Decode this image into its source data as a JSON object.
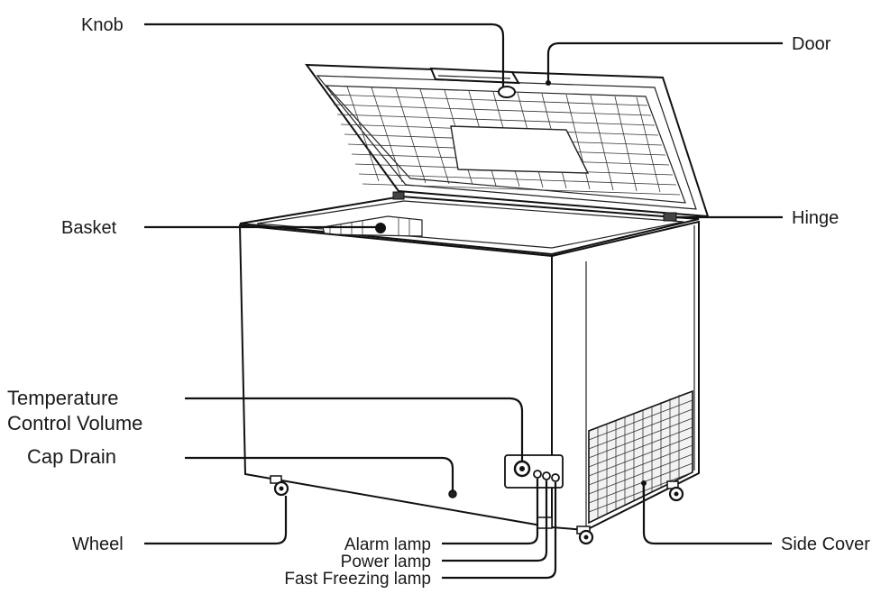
{
  "labels": {
    "knob": "Knob",
    "door": "Door",
    "basket": "Basket",
    "hinge": "Hinge",
    "temperature_line1": "Temperature",
    "temperature_line2": "Control Volume",
    "cap_drain": "Cap Drain",
    "wheel": "Wheel",
    "alarm_lamp": "Alarm lamp",
    "power_lamp": "Power lamp",
    "fast_freezing_lamp": "Fast Freezing lamp",
    "side_cover": "Side Cover"
  }
}
